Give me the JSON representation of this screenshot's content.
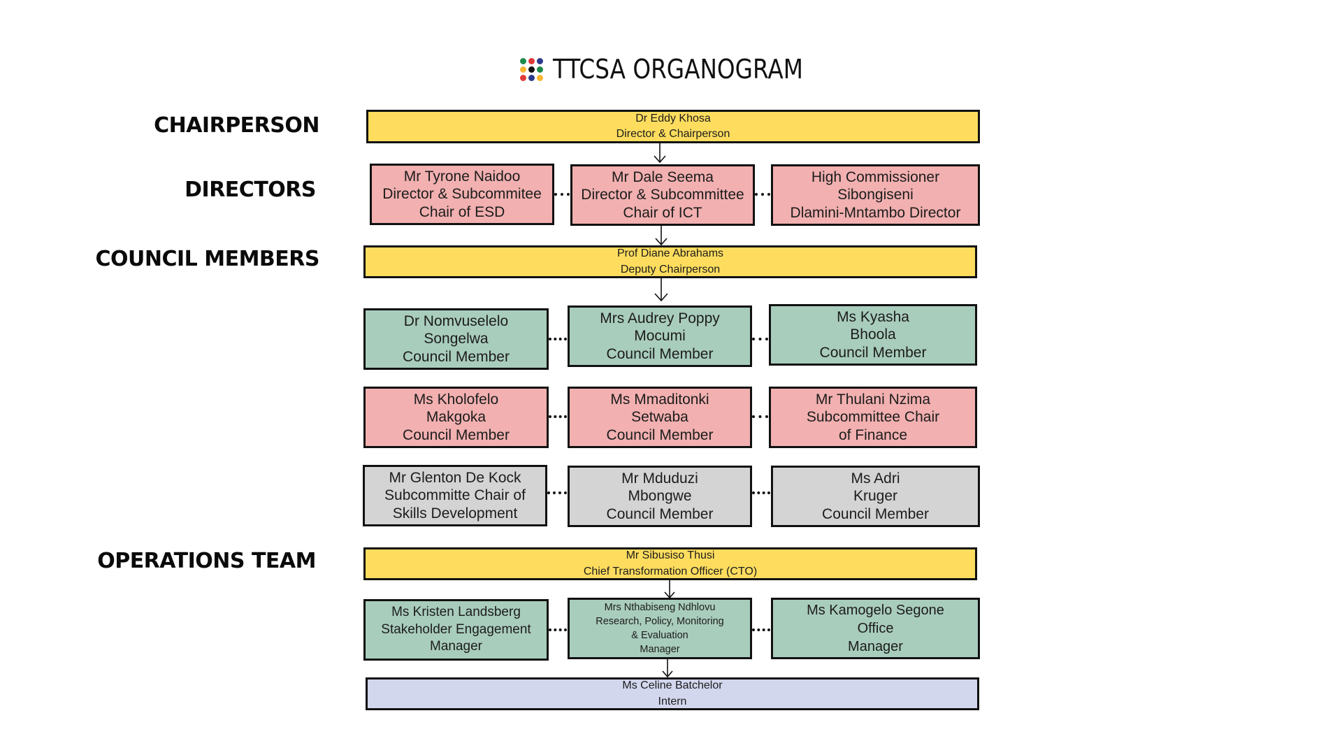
{
  "header": {
    "title": "TTCSA ORGANOGRAM",
    "logo_icon": "dot-grid-logo-icon",
    "logo_colors": [
      "#1e8a4a",
      "#e03a3a",
      "#2c3a8c",
      "#f7b733",
      "#111111",
      "#1e8a4a",
      "#e03a3a",
      "#2c3a8c",
      "#f7b733"
    ]
  },
  "sections": {
    "chairperson": "CHAIRPERSON",
    "directors": "DIRECTORS",
    "council_members": "COUNCIL MEMBERS",
    "operations_team": "OPERATIONS TEAM"
  },
  "colors": {
    "leadership": "#fedd5e",
    "pink": "#f2b0b0",
    "green": "#a9cdbd",
    "grey": "#d4d4d4",
    "intern": "#d2d7ee",
    "border": "#111111"
  },
  "chairperson": {
    "lines": [
      "Dr Eddy Khosa",
      "Director & Chairperson"
    ]
  },
  "directors": [
    {
      "lines": [
        "Mr Tyrone Naidoo",
        "Director & Subcommitee",
        "Chair of ESD"
      ]
    },
    {
      "lines": [
        "Mr Dale Seema",
        "Director & Subcommittee",
        "Chair of ICT"
      ]
    },
    {
      "lines": [
        "High Commissioner",
        "Sibongiseni",
        "Dlamini-Mntambo Director"
      ]
    }
  ],
  "deputy": {
    "lines": [
      "Prof Diane Abrahams",
      "Deputy Chairperson"
    ]
  },
  "council_rows": [
    [
      {
        "lines": [
          "Dr Nomvuselelo",
          "Songelwa",
          "Council Member"
        ]
      },
      {
        "lines": [
          "Mrs Audrey Poppy",
          "Mocumi",
          "Council Member"
        ]
      },
      {
        "lines": [
          "Ms Kyasha",
          "Bhoola",
          "Council Member"
        ]
      }
    ],
    [
      {
        "lines": [
          "Ms Kholofelo",
          "Makgoka",
          "Council Member"
        ]
      },
      {
        "lines": [
          "Ms Mmaditonki",
          "Setwaba",
          "Council Member"
        ]
      },
      {
        "lines": [
          "Mr Thulani Nzima",
          "Subcommittee Chair",
          "of Finance"
        ]
      }
    ],
    [
      {
        "lines": [
          "Mr Glenton De Kock",
          "Subcommitte Chair of",
          "Skills Development"
        ]
      },
      {
        "lines": [
          "Mr Mduduzi",
          "Mbongwe",
          "Council Member"
        ]
      },
      {
        "lines": [
          "Ms Adri",
          "Kruger",
          "Council Member"
        ]
      }
    ]
  ],
  "cto": {
    "lines": [
      "Mr Sibusiso Thusi",
      "Chief Transformation Officer (CTO)"
    ]
  },
  "operations": [
    {
      "lines": [
        "Ms Kristen Landsberg",
        "Stakeholder Engagement",
        "Manager"
      ]
    },
    {
      "lines": [
        "Mrs Nthabiseng Ndhlovu",
        "Research, Policy, Monitoring",
        "& Evaluation",
        "Manager"
      ]
    },
    {
      "lines": [
        "Ms Kamogelo Segone",
        "Office",
        "Manager"
      ]
    }
  ],
  "intern": {
    "lines": [
      "Ms Celine Batchelor",
      "Intern"
    ]
  }
}
